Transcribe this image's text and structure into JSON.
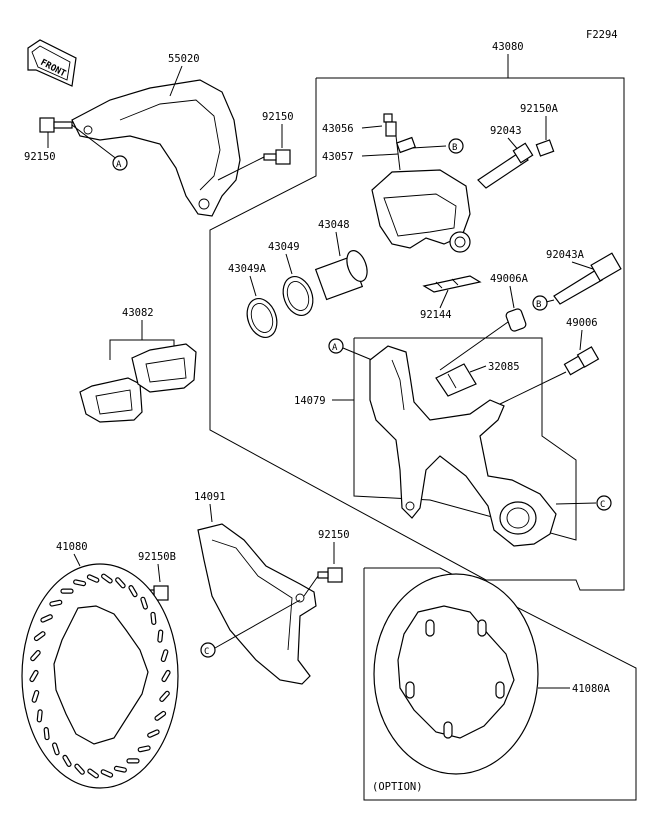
{
  "figure_code": "F2294",
  "front_label": "FRONT",
  "option_label": "(OPTION)",
  "refs": {
    "a": "A",
    "b": "B",
    "c": "C"
  },
  "parts": {
    "p55020": "55020",
    "p92150_left": "92150",
    "p92150_top": "92150",
    "p43080": "43080",
    "p43056": "43056",
    "p43057": "43057",
    "p92150A": "92150A",
    "p92043": "92043",
    "p43048": "43048",
    "p43049": "43049",
    "p43049A": "43049A",
    "p92043A": "92043A",
    "p49006A": "49006A",
    "p92144": "92144",
    "p43082": "43082",
    "p49006": "49006",
    "p32085": "32085",
    "p14079": "14079",
    "p14091": "14091",
    "p41080": "41080",
    "p92150B": "92150B",
    "p92150_bottom": "92150",
    "p41080A": "41080A"
  }
}
